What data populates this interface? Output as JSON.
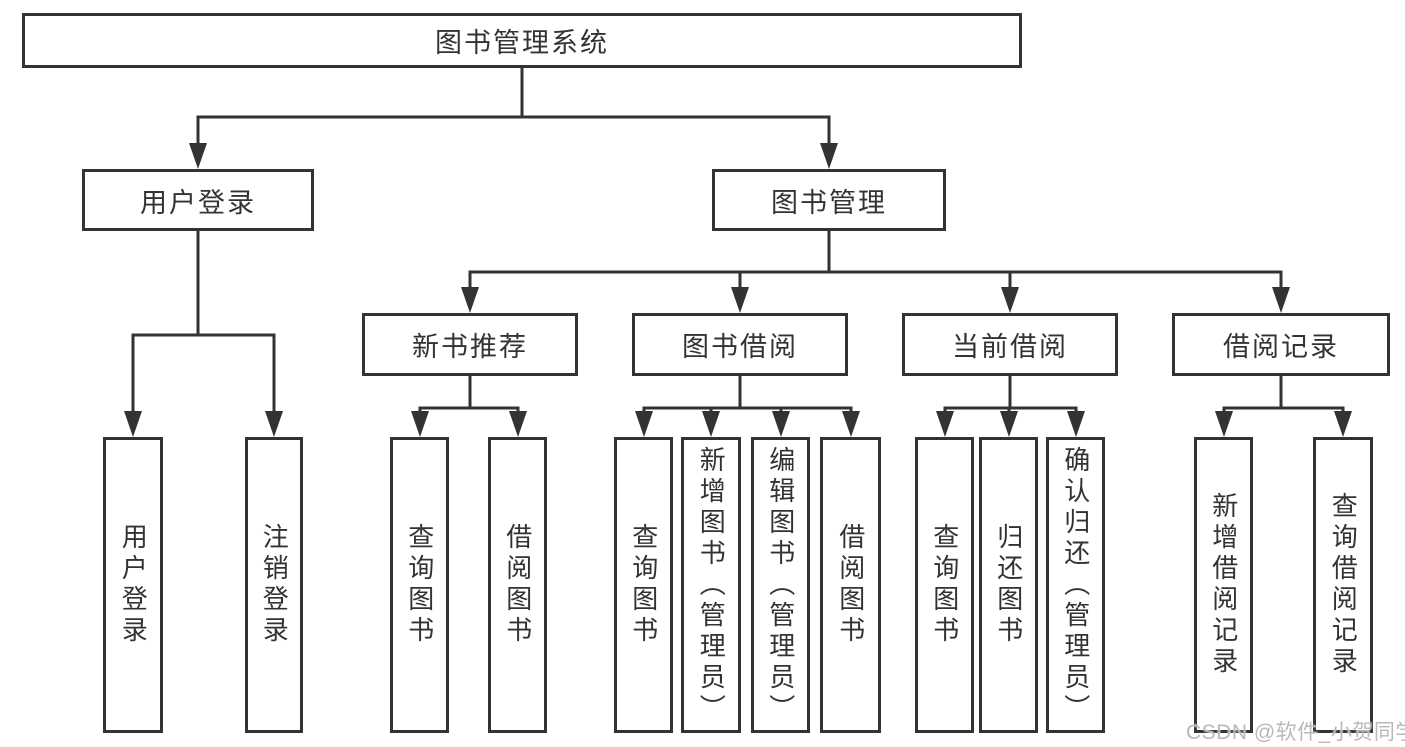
{
  "diagram": {
    "type": "hierarchy-tree",
    "nodes": {
      "root": "图书管理系统",
      "user_login": "用户登录",
      "book_management": "图书管理",
      "new_book_recommend": "新书推荐",
      "book_borrowing": "图书借阅",
      "current_borrowing": "当前借阅",
      "borrowing_records": "借阅记录",
      "leaf_user_login": "用户登录",
      "leaf_logout": "注销登录",
      "leaf_query_books_1": "查询图书",
      "leaf_borrow_books_1": "借阅图书",
      "leaf_query_books_2": "查询图书",
      "leaf_add_books_admin": "新增图书（管理员）",
      "leaf_edit_books_admin": "编辑图书（管理员）",
      "leaf_borrow_books_2": "借阅图书",
      "leaf_query_books_3": "查询图书",
      "leaf_return_books": "归还图书",
      "leaf_confirm_return_admin": "确认归还（管理员）",
      "leaf_add_borrow_record": "新增借阅记录",
      "leaf_query_borrow_record": "查询借阅记录"
    },
    "hierarchy": {
      "图书管理系统": {
        "用户登录": [
          "用户登录",
          "注销登录"
        ],
        "图书管理": {
          "新书推荐": [
            "查询图书",
            "借阅图书"
          ],
          "图书借阅": [
            "查询图书",
            "新增图书（管理员）",
            "编辑图书（管理员）",
            "借阅图书"
          ],
          "当前借阅": [
            "查询图书",
            "归还图书",
            "确认归还（管理员）"
          ],
          "借阅记录": [
            "新增借阅记录",
            "查询借阅记录"
          ]
        }
      }
    }
  },
  "watermark": "CSDN @软件_小贺同学",
  "colors": {
    "line": "#333333",
    "box_border": "#333333",
    "text": "#333333",
    "watermark": "#b9b9b9",
    "background": "#ffffff"
  }
}
